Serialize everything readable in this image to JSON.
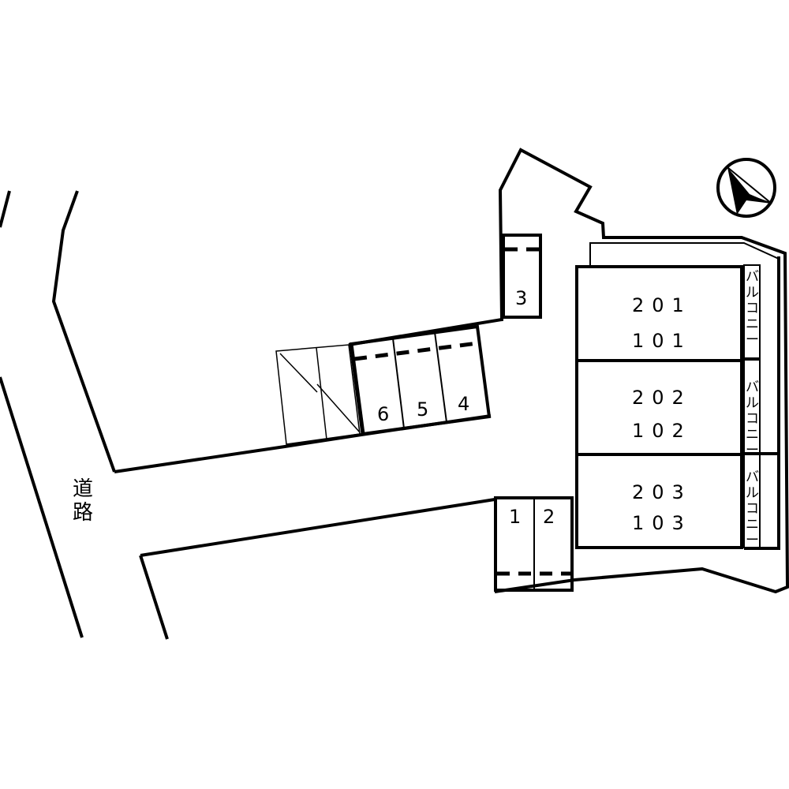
{
  "road_label": [
    "道",
    "路"
  ],
  "parking": {
    "spot_1": "1",
    "spot_2": "2",
    "spot_3": "3",
    "spot_4": "4",
    "spot_5": "5",
    "spot_6": "6"
  },
  "units": [
    {
      "upper": "201",
      "lower": "101",
      "balcony": [
        "バ",
        "ル",
        "コ",
        "ニ",
        "ー"
      ]
    },
    {
      "upper": "202",
      "lower": "102",
      "balcony": [
        "バ",
        "ル",
        "コ",
        "ニ",
        "ー"
      ]
    },
    {
      "upper": "203",
      "lower": "103",
      "balcony": [
        "バ",
        "ル",
        "コ",
        "ニ",
        "ー"
      ]
    }
  ],
  "north_arrow": {
    "icon": "north-arrow-icon"
  }
}
